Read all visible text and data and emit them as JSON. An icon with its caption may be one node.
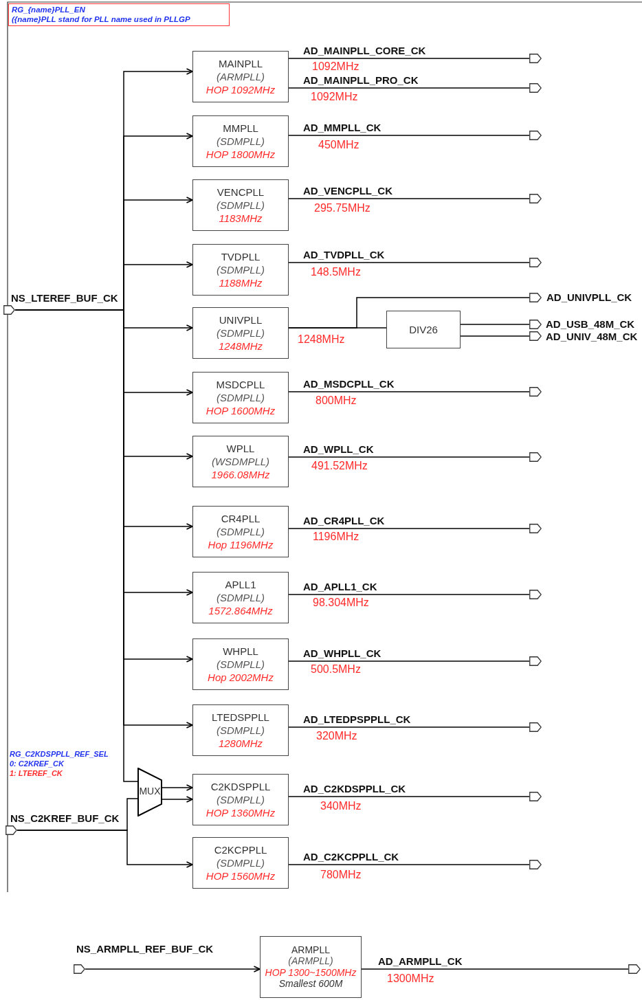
{
  "diagram": {
    "nodes": [
      {
        "text": [
          "RG_{name}PLL_EN",
          "({name}PLL stand for PLL name used in PLLGP"
        ]
      },
      {
        "text": [],
        "shape": "pentagon",
        "beside": [
          "NS_LTEREF_BUF_CK"
        ]
      },
      {
        "text": [
          "MAINPLL",
          "(ARMPLL)",
          "HOP 1092MHz"
        ]
      },
      {
        "text": [
          "MMPLL",
          "(SDMPLL)",
          "HOP 1800MHz"
        ]
      },
      {
        "text": [
          "VENCPLL",
          "(SDMPLL)",
          "1183MHz"
        ]
      },
      {
        "text": [
          "TVDPLL",
          "(SDMPLL)",
          "1188MHz"
        ]
      },
      {
        "text": [
          "UNIVPLL",
          "(SDMPLL)",
          "1248MHz"
        ]
      },
      {
        "text": [
          "MSDCPLL",
          "(SDMPLL)",
          "HOP 1600MHz"
        ]
      },
      {
        "text": [
          "WPLL",
          "(WSDMPLL)",
          "1966.08MHz"
        ]
      },
      {
        "text": [
          "CR4PLL",
          "(SDMPLL)",
          "Hop 1196MHz"
        ]
      },
      {
        "text": [
          "APLL1",
          "(SDMPLL)",
          "1572.864MHz"
        ]
      },
      {
        "text": [
          "WHPLL",
          "(SDMPLL)",
          "Hop 2002MHz"
        ]
      },
      {
        "text": [
          "LTEDSPPLL",
          "(SDMPLL)",
          "1280MHz"
        ]
      },
      {
        "text": [
          "DIV26"
        ]
      },
      {
        "text": [
          "MUX"
        ]
      },
      {
        "text": [],
        "shape": "pentagon",
        "beside": [
          "NS_C2KREF_BUF_CK"
        ]
      },
      {
        "text": [
          "C2KDSPPLL",
          "(SDMPLL)",
          "HOP 1360MHz"
        ]
      },
      {
        "text": [
          "C2KCPPLL",
          "(SDMPLL)",
          "HOP 1560MHz"
        ]
      },
      {
        "text": [],
        "shape": "pentagon",
        "beside": [
          "NS_ARMPLL_REF_BUF_CK"
        ]
      },
      {
        "text": [
          "ARMPLL",
          "(ARMPLL)",
          "HOP 1300~1500MHz",
          "Smallest 600M"
        ]
      },
      {
        "text": [],
        "shape": "pentagon"
      },
      {
        "text": [],
        "shape": "pentagon"
      },
      {
        "text": [],
        "shape": "pentagon"
      },
      {
        "text": [],
        "shape": "pentagon"
      },
      {
        "text": [],
        "shape": "pentagon"
      },
      {
        "text": [],
        "shape": "pentagon",
        "beside": [
          "AD_UNIVPLL_CK"
        ]
      },
      {
        "text": [],
        "shape": "pentagon",
        "beside": [
          "AD_USB_48M_CK"
        ]
      },
      {
        "text": [],
        "shape": "pentagon",
        "beside": [
          "AD_UNIV_48M_CK"
        ]
      },
      {
        "text": [],
        "shape": "pentagon"
      },
      {
        "text": [],
        "shape": "pentagon"
      },
      {
        "text": [],
        "shape": "pentagon"
      },
      {
        "text": [],
        "shape": "pentagon"
      },
      {
        "text": [],
        "shape": "pentagon"
      },
      {
        "text": [],
        "shape": "pentagon"
      },
      {
        "text": [],
        "shape": "pentagon"
      },
      {
        "text": [],
        "shape": "pentagon"
      },
      {
        "text": [],
        "shape": "pentagon"
      }
    ],
    "edges": [
      {
        "from": 1,
        "to": 2,
        "arrow": "to"
      },
      {
        "from": 1,
        "to": 3,
        "arrow": "to"
      },
      {
        "from": 1,
        "to": 4,
        "arrow": "to"
      },
      {
        "from": 1,
        "to": 5,
        "arrow": "to"
      },
      {
        "from": 1,
        "to": 6,
        "arrow": "to"
      },
      {
        "from": 1,
        "to": 7,
        "arrow": "to"
      },
      {
        "from": 1,
        "to": 8,
        "arrow": "to"
      },
      {
        "from": 1,
        "to": 9,
        "arrow": "to"
      },
      {
        "from": 1,
        "to": 10,
        "arrow": "to"
      },
      {
        "from": 1,
        "to": 11,
        "arrow": "to"
      },
      {
        "from": 1,
        "to": 12,
        "arrow": "to"
      },
      {
        "from": 1,
        "to": 14,
        "arrow": "none"
      },
      {
        "from": 15,
        "to": 14,
        "arrow": "none"
      },
      {
        "from": 15,
        "to": 17,
        "arrow": "to"
      },
      {
        "from": 14,
        "to": 16,
        "arrow": "to"
      },
      {
        "from": 14,
        "to": 16,
        "arrow": "to"
      },
      {
        "from": 18,
        "to": 19,
        "arrow": "to"
      },
      {
        "from": 2,
        "to": 20,
        "arrow": "none",
        "label": "AD_MAINPLL_CORE_CK"
      },
      {
        "from": 2,
        "to": 21,
        "arrow": "none",
        "label": "AD_MAINPLL_PRO_CK"
      },
      {
        "from": 3,
        "to": 22,
        "arrow": "none",
        "label": "AD_MMPLL_CK"
      },
      {
        "from": 4,
        "to": 23,
        "arrow": "none",
        "label": "AD_VENCPLL_CK"
      },
      {
        "from": 5,
        "to": 24,
        "arrow": "none",
        "label": "AD_TVDPLL_CK"
      },
      {
        "from": 6,
        "to": 25,
        "arrow": "none"
      },
      {
        "from": 6,
        "to": 13,
        "arrow": "none",
        "label": "1248MHz"
      },
      {
        "from": 13,
        "to": 26,
        "arrow": "none"
      },
      {
        "from": 13,
        "to": 27,
        "arrow": "none"
      },
      {
        "from": 7,
        "to": 28,
        "arrow": "none",
        "label": "AD_MSDCPLL_CK"
      },
      {
        "from": 8,
        "to": 29,
        "arrow": "none",
        "label": "AD_WPLL_CK"
      },
      {
        "from": 9,
        "to": 30,
        "arrow": "none",
        "label": "AD_CR4PLL_CK"
      },
      {
        "from": 10,
        "to": 31,
        "arrow": "none",
        "label": "AD_APLL1_CK"
      },
      {
        "from": 11,
        "to": 32,
        "arrow": "none",
        "label": "AD_WHPLL_CK"
      },
      {
        "from": 12,
        "to": 33,
        "arrow": "none",
        "label": "AD_LTEDPSPPLL_CK"
      },
      {
        "from": 16,
        "to": 34,
        "arrow": "none",
        "label": "AD_C2KDSPPLL_CK"
      },
      {
        "from": 17,
        "to": 35,
        "arrow": "none",
        "label": "AD_C2KCPPLL_CK"
      },
      {
        "from": 19,
        "to": 36,
        "arrow": "none",
        "label": "AD_ARMPLL_CK"
      }
    ],
    "labels": [
      "1092MHz",
      "1092MHz",
      "450MHz",
      "295.75MHz",
      "148.5MHz",
      "800MHz",
      "491.52MHz",
      "1196MHz",
      "98.304MHz",
      "500.5MHz",
      "320MHz",
      "RG_C2KDSPPLL_REF_SEL",
      "0: C2KREF_CK",
      "1: LTEREF_CK",
      "340MHz",
      "780MHz",
      "1300MHz"
    ]
  }
}
